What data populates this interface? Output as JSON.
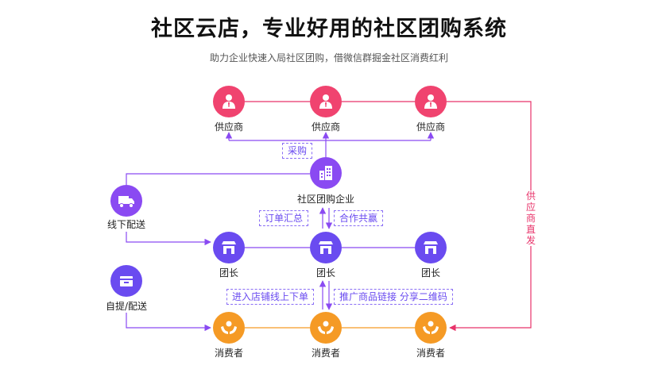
{
  "title": "社区云店，专业好用的社区团购系统",
  "subtitle": "助力企业快速入局社区团购，借微信群掘金社区消费红利",
  "colors": {
    "supplier": "#f0436f",
    "enterprise": "#8a4af2",
    "leader": "#6a4bf0",
    "consumer": "#f59a25",
    "purple_line": "#8a4af2",
    "pink_line": "#e8336a",
    "orange_line": "#f59a25"
  },
  "nodes": {
    "supplier_1": {
      "label": "供应商",
      "icon": "person-icon"
    },
    "supplier_2": {
      "label": "供应商",
      "icon": "person-icon"
    },
    "supplier_3": {
      "label": "供应商",
      "icon": "person-icon"
    },
    "enterprise": {
      "label": "社区团购企业",
      "icon": "building-icon"
    },
    "offline_delivery": {
      "label": "线下配送",
      "icon": "truck-icon"
    },
    "self_pickup": {
      "label": "自提/配送",
      "icon": "box-icon"
    },
    "leader_1": {
      "label": "团长",
      "icon": "store-icon"
    },
    "leader_2": {
      "label": "团长",
      "icon": "store-icon"
    },
    "leader_3": {
      "label": "团长",
      "icon": "store-icon"
    },
    "consumer_1": {
      "label": "消费者",
      "icon": "hands-icon"
    },
    "consumer_2": {
      "label": "消费者",
      "icon": "hands-icon"
    },
    "consumer_3": {
      "label": "消费者",
      "icon": "hands-icon"
    }
  },
  "tags": {
    "purchase": "采购",
    "order_summary": "订单汇总",
    "cooperation": "合作共赢",
    "enter_store": "进入店铺线上下单",
    "promote": "推广商品链接 分享二维码"
  },
  "side_label": "供应商直发"
}
